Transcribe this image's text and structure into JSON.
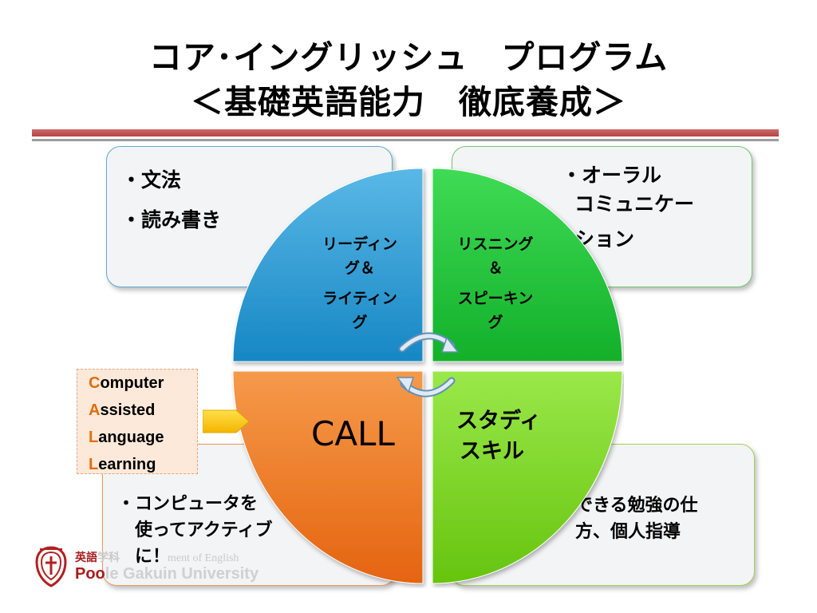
{
  "title": {
    "line1": "コア･イングリッシュ　プログラム",
    "line2": "＜基礎英語能力　徹底養成＞"
  },
  "boxes": {
    "top_left": {
      "line1": "・文法",
      "line2": "・読み書き"
    },
    "top_right": {
      "line1": "・オーラル",
      "line2": "コミュニケー",
      "line3": "ション"
    },
    "bottom_left": {
      "line1": "・コンピュータを",
      "line2": "使ってアクティブ",
      "line3": "に！"
    },
    "bottom_right": {
      "line1": "できる勉強の仕",
      "line2": "方、個人指導"
    }
  },
  "quadrants": {
    "reading": {
      "line1": "リーディン",
      "line2": "グ＆",
      "line3": "ライティン",
      "line4": "グ"
    },
    "listening": {
      "line1": "リスニング",
      "line2": "＆",
      "line3": "スピーキン",
      "line4": "グ"
    },
    "call": {
      "label": "CALL"
    },
    "study": {
      "line1": "スタディ",
      "line2": "スキル"
    }
  },
  "call_box": {
    "line1_initial": "C",
    "line1_rest": "omputer",
    "line2_initial": "A",
    "line2_rest": "ssisted",
    "line3_initial": "L",
    "line3_rest": "anguage",
    "line4_initial": "L",
    "line4_rest": "earning"
  },
  "logo": {
    "line1_visible": "英語",
    "line1_faint_a": "学科",
    "line1_faint_b": "ment of English",
    "line2_visible": "Poo",
    "line2_faint": "le Gakuin University"
  },
  "colors": {
    "title_rule": "#c0504d",
    "reading": "#1f9ad6",
    "listening": "#1fc43a",
    "call": "#f07a1e",
    "study": "#7edb1c",
    "call_initial": "#e36c0a"
  }
}
